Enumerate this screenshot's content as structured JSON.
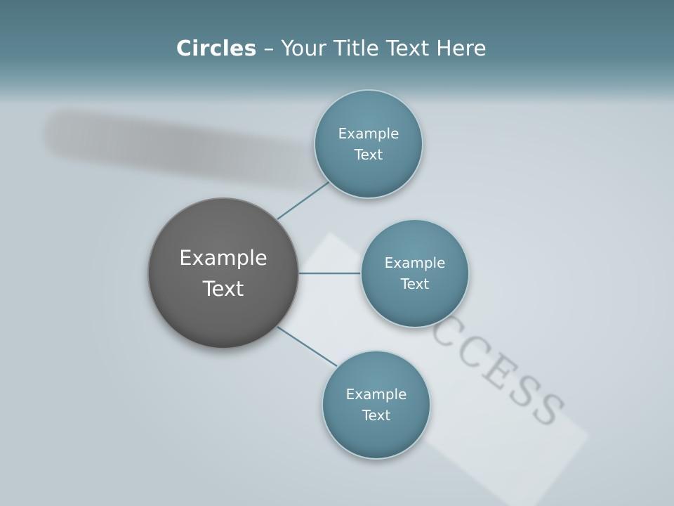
{
  "title": {
    "bold": "Circles",
    "rest": " – Your Title Text Here"
  },
  "background": {
    "tag_text": "CCESS"
  },
  "diagram": {
    "center": {
      "line1": "Example",
      "line2": "Text"
    },
    "satellites": [
      {
        "line1": "Example",
        "line2": "Text"
      },
      {
        "line1": "Example",
        "line2": "Text"
      },
      {
        "line1": "Example",
        "line2": "Text"
      }
    ]
  },
  "colors": {
    "header": "#5f8794",
    "center_circle": "#666666",
    "satellite_circle": "#5f8a99",
    "connector": "#5f8a99"
  }
}
